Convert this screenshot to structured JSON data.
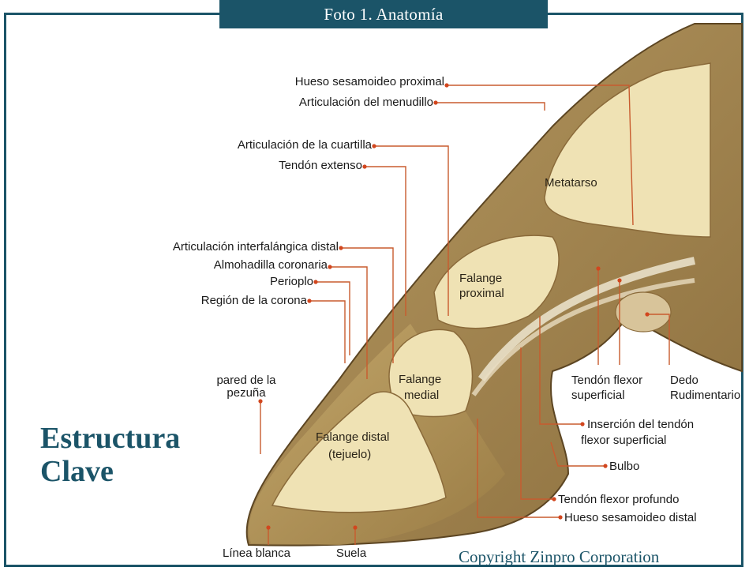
{
  "header": {
    "title": "Foto 1. Anatomía"
  },
  "title": {
    "line1": "Estructura",
    "line2": "Clave"
  },
  "copyright": "Copyright Zinpro Corporation",
  "regions": {
    "metatarso": "Metatarso",
    "falange_proximal_1": "Falange",
    "falange_proximal_2": "proximal",
    "falange_medial_1": "Falange",
    "falange_medial_2": "medial",
    "falange_distal_1": "Falange distal",
    "falange_distal_2": "(tejuelo)"
  },
  "labels": {
    "hueso_sesamoideo_proximal": "Hueso sesamoideo proximal",
    "articulacion_menudillo": "Articulación del menudillo",
    "articulacion_cuartilla": "Articulación de la cuartilla",
    "tendon_extenso": "Tendón extenso",
    "articulacion_interfalangica": "Articulación interfalángica distal",
    "almohadilla_coronaria": "Almohadilla coronaria",
    "perioplo": "Perioplo",
    "region_corona": "Región de la corona",
    "pared_1": "pared de la",
    "pared_2": "pezuña",
    "linea_blanca": "Línea blanca",
    "suela": "Suela",
    "tendon_flexor_sup_1": "Tendón flexor",
    "tendon_flexor_sup_2": "superficial",
    "dedo_1": "Dedo",
    "dedo_2": "Rudimentario",
    "insercion_1": "Inserción del tendón",
    "insercion_2": "flexor superficial",
    "bulbo": "Bulbo",
    "tendon_flexor_profundo": "Tendón flexor profundo",
    "hueso_sesamoideo_distal": "Hueso sesamoideo distal"
  },
  "colors": {
    "brand": "#1b5468",
    "leader": "#c85b2e",
    "bone": "#efe2b4",
    "hoof": "#b59a5e"
  }
}
